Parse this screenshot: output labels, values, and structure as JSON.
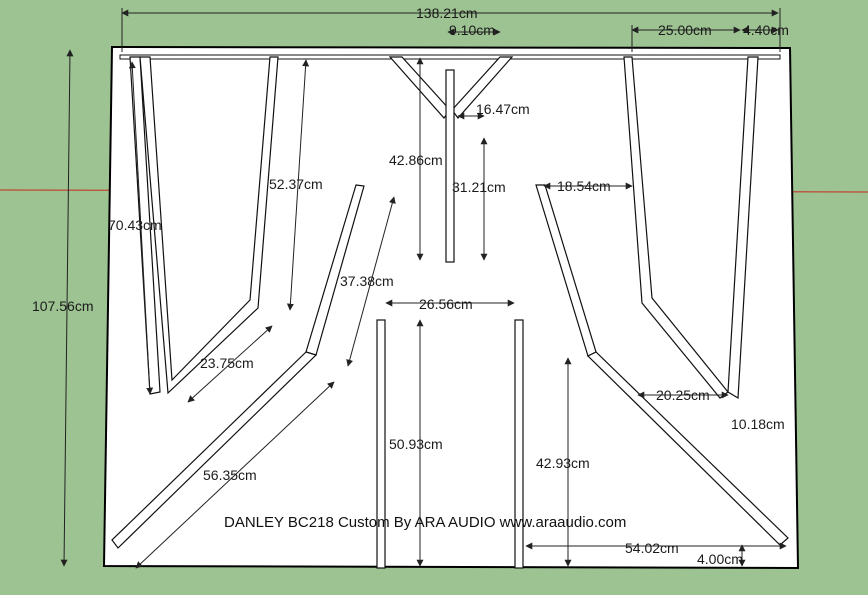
{
  "colors": {
    "background": "#9dc392",
    "panel": "#ffffff",
    "outline": "#000000",
    "dimension": "#222222",
    "red_axis": "#c8281e"
  },
  "title": "DANLEY BC218 Custom By ARA AUDIO www.araaudio.com",
  "dimensions": {
    "overall_width": "138.21cm",
    "overall_height": "107.56cm",
    "top_gap": "9.10cm",
    "top_right_width": "25.00cm",
    "top_right_small": "4.40cm",
    "left_outer_panel": "70.43cm",
    "left_inner_panel": "52.37cm",
    "left_bend": "23.75cm",
    "left_diagonal": "37.38cm",
    "left_bottom_diagonal": "56.35cm",
    "center_panel_height": "42.86cm",
    "center_panel_inner": "31.21cm",
    "center_v_arm": "16.47cm",
    "center_right_gap": "18.54cm",
    "throat_width": "26.56cm",
    "throat_height": "50.93cm",
    "right_lower_height": "42.93cm",
    "right_bend": "20.25cm",
    "right_small": "10.18cm",
    "bottom_right_width": "54.02cm",
    "bottom_small": "4.00cm"
  }
}
